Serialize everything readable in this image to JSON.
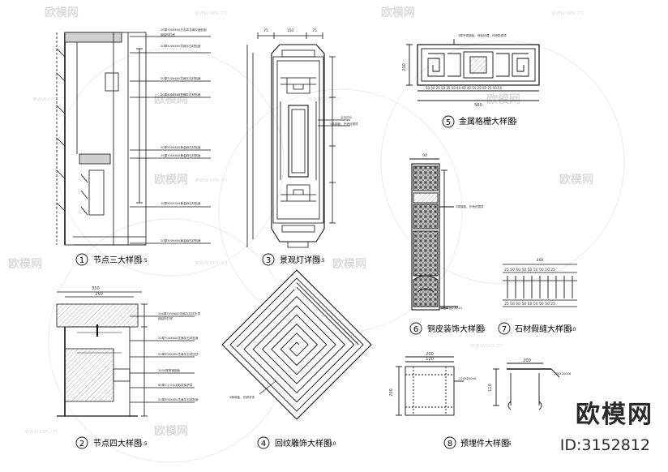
{
  "watermark": {
    "brand": "欧模网",
    "id": "ID:3152812",
    "faint_brand": "欧模网",
    "faint_site": "www.om.cn"
  },
  "details": [
    {
      "num": "1",
      "title": "节点三大样图",
      "scale": "1:5"
    },
    {
      "num": "2",
      "title": "节点四大样图",
      "scale": "1:5"
    },
    {
      "num": "3",
      "title": "景观灯详图",
      "scale": "1:5"
    },
    {
      "num": "4",
      "title": "回纹雕饰大样图",
      "scale": "1:10"
    },
    {
      "num": "5",
      "title": "金属格栅大样图",
      "scale": "1:5"
    },
    {
      "num": "6",
      "title": "铜皮装饰大样图",
      "scale": "1:5"
    },
    {
      "num": "7",
      "title": "石材假缝大样图",
      "scale": "1:10"
    },
    {
      "num": "8",
      "title": "预埋件大样图",
      "scale": "1:5"
    }
  ],
  "dims": {
    "d3_top_a": "75",
    "d3_top_b": "75",
    "d3_top_c": "150",
    "d5_width": "560",
    "d5_height": "200",
    "d6_top": "90",
    "d7_top": "400",
    "d2_top": "350",
    "d2_top2": "250",
    "d8_top": "200",
    "d8_top2": "120",
    "d8_left": "200",
    "d8_r_top": "200",
    "d8_r_h": "110"
  },
  "notes": {
    "d5_note": "2厚不锈钢板，喷砂处理，外喷防锈漆",
    "d3_note_a": "云石灯片",
    "d3_note_b": "5厚钢板，外喷仿铜漆",
    "d6_note": "5厚钢板，外喷仿铜漆",
    "d6_note2": "钢板厚度0.8X10",
    "d4_note": "5厚钢板，仿铜漆漆",
    "d8_note": "-200X200X8",
    "d8_note2": "-200X200X8"
  }
}
